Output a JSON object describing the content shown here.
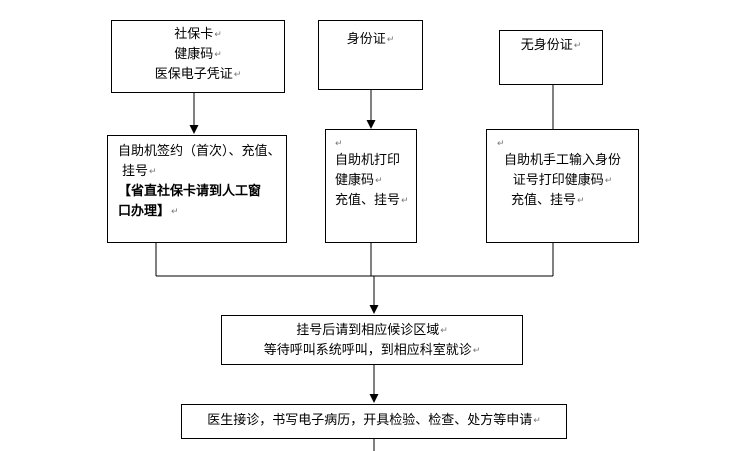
{
  "flowchart": {
    "paragraph_mark": "↵",
    "top_boxes": [
      {
        "lines": [
          "社保卡",
          "健康码",
          "医保电子凭证"
        ]
      },
      {
        "lines": [
          "身份证"
        ]
      },
      {
        "lines": [
          "无身份证"
        ]
      }
    ],
    "middle_boxes": [
      {
        "lines": [
          "自助机签约（首次）、充值、",
          "挂号",
          "【省直社保卡请到人工窗",
          "口办理】"
        ]
      },
      {
        "lines": [
          "自助机打印",
          "健康码",
          "充值、挂号"
        ]
      },
      {
        "lines": [
          "自助机手工输入身份",
          "证号打印健康码",
          "充值、挂号"
        ]
      }
    ],
    "queue_box": {
      "lines": [
        "挂号后请到相应候诊区域",
        "等待呼叫系统呼叫，到相应科室就诊"
      ]
    },
    "doctor_box": {
      "lines": [
        "医生接诊，书写电子病历，开具检验、检查、处方等申请"
      ]
    }
  }
}
